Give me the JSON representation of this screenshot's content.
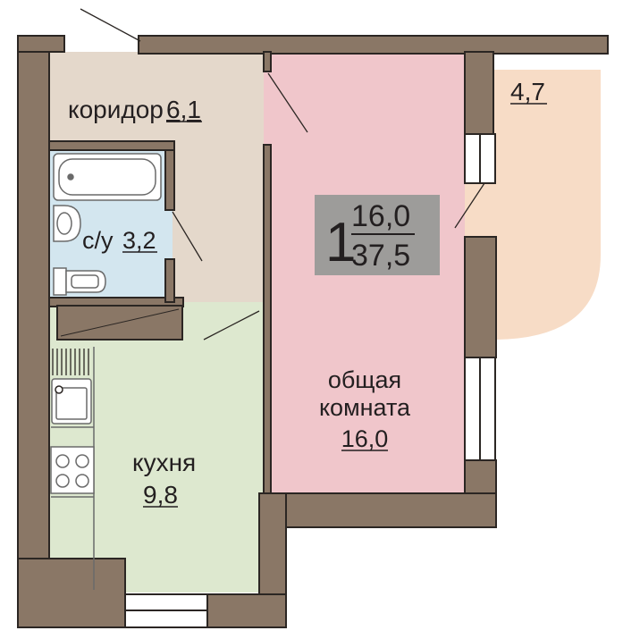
{
  "colors": {
    "wall": "#8a7766",
    "wall_stroke": "#2b2623",
    "corridor": "#e4d8cb",
    "bathroom": "#d3e6ef",
    "kitchen": "#dde8cf",
    "living": "#f0c6cb",
    "balcony": "#f7dcc6",
    "summary_box": "#9d9c9a"
  },
  "rooms": {
    "corridor": {
      "label": "коридор",
      "area": "6,1"
    },
    "bathroom": {
      "label": "с/у",
      "area": "3,2"
    },
    "kitchen": {
      "label": "кухня",
      "area": "9,8"
    },
    "living": {
      "label_line1": "общая",
      "label_line2": "комната",
      "area": "16,0"
    },
    "balcony": {
      "area": "4,7"
    }
  },
  "summary": {
    "rooms_count": "1",
    "living_area": "16,0",
    "total_area": "37,5"
  },
  "icons": [
    "bathtub-icon",
    "sink-icon",
    "toilet-icon",
    "kitchen-sink-icon",
    "stove-icon"
  ]
}
